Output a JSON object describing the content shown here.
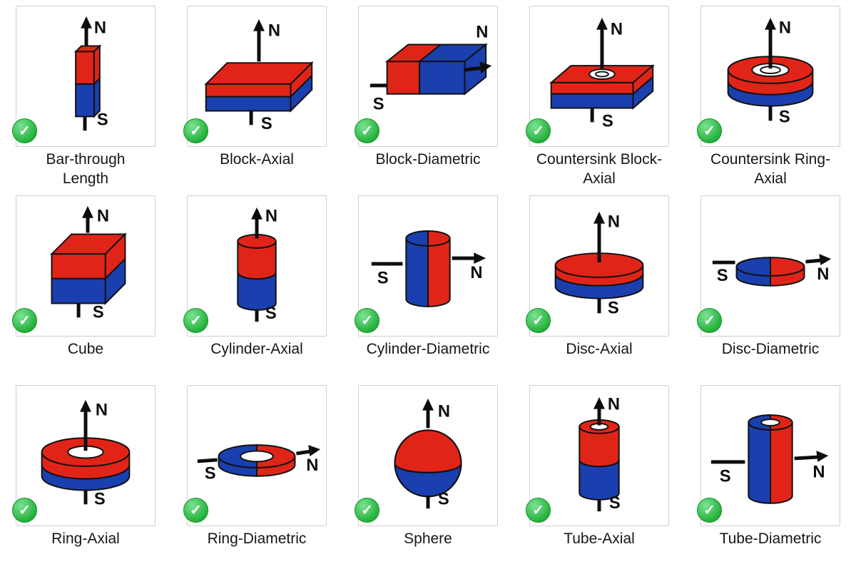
{
  "poles": {
    "n": "N",
    "s": "S"
  },
  "colors": {
    "red": "#e02518",
    "blue": "#1a3fae",
    "check_green": "#27b43e",
    "card_border": "#cfcfcf"
  },
  "check_icon": "✓",
  "cells": [
    {
      "label": "Bar-through Length"
    },
    {
      "label": "Block-Axial"
    },
    {
      "label": "Block-Diametric"
    },
    {
      "label": "Countersink Block-Axial"
    },
    {
      "label": "Countersink Ring-Axial"
    },
    {
      "label": "Cube"
    },
    {
      "label": "Cylinder-Axial"
    },
    {
      "label": "Cylinder-Diametric"
    },
    {
      "label": "Disc-Axial"
    },
    {
      "label": "Disc-Diametric"
    },
    {
      "label": "Ring-Axial"
    },
    {
      "label": "Ring-Diametric"
    },
    {
      "label": "Sphere"
    },
    {
      "label": "Tube-Axial"
    },
    {
      "label": "Tube-Diametric"
    }
  ]
}
